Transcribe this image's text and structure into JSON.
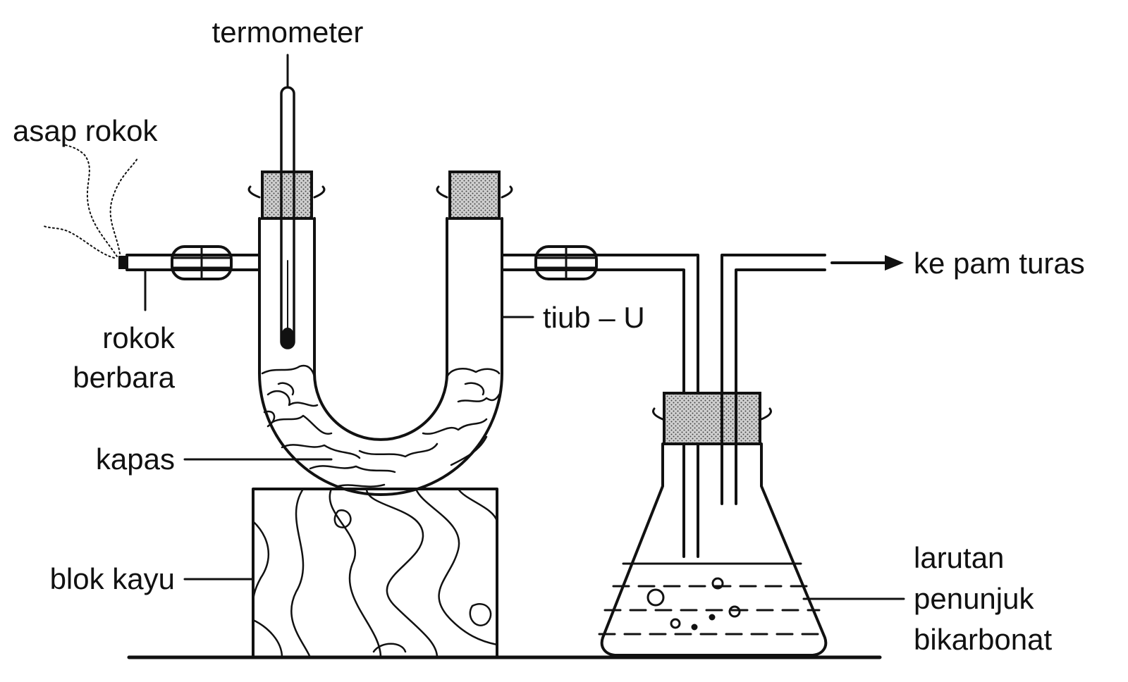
{
  "labels": {
    "thermometer": "termometer",
    "smoke": "asap rokok",
    "cigarette_line1": "rokok",
    "cigarette_line2": "berbara",
    "utube": "tiub – U",
    "cotton": "kapas",
    "wood_block": "blok kayu",
    "pump": "ke pam turas",
    "indicator_line1": "larutan",
    "indicator_line2": "penunjuk",
    "indicator_line3": "bikarbonat"
  }
}
